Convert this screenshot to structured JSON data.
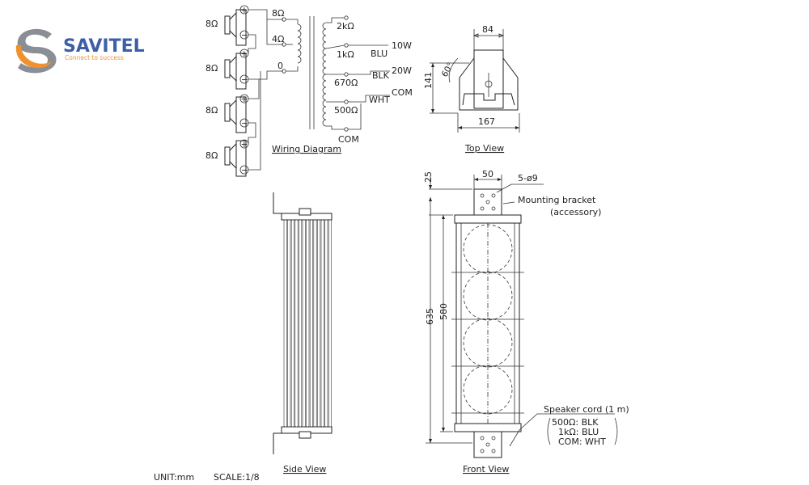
{
  "logo": {
    "name": "SAVITEL",
    "tagline": "Connect to success",
    "colors": {
      "orange": "#f0912e",
      "blue": "#3c5fa8",
      "gray": "#8a8f96"
    }
  },
  "wiring": {
    "title": "Wiring Diagram",
    "speaker_impedance": "8Ω",
    "plus": "⊕",
    "minus": "⊖",
    "primary_taps": [
      "8Ω",
      "4Ω",
      "0"
    ],
    "secondary_taps": [
      "2kΩ",
      "1kΩ",
      "670Ω",
      "500Ω"
    ],
    "outputs": [
      "10W",
      "BLU",
      "20W",
      "BLK",
      "WHT",
      "COM"
    ],
    "com_bottom": "COM"
  },
  "top_view": {
    "title": "Top View",
    "width_top": "84",
    "width_bottom": "167",
    "height": "141",
    "angle": "60°"
  },
  "side_view": {
    "title": "Side View"
  },
  "front_view": {
    "title": "Front View",
    "bracket_height": "25",
    "bracket_width": "50",
    "holes": "5-ø9",
    "bracket_label": "Mounting bracket",
    "bracket_note": "(accessory)",
    "total_height": "635",
    "body_height": "580",
    "cord_title": "Speaker cord (1 m)",
    "cord_lines": [
      "500Ω: BLK",
      "1kΩ: BLU",
      "COM: WHT"
    ]
  },
  "footer": {
    "unit": "UNIT:mm",
    "scale": "SCALE:1/8"
  }
}
